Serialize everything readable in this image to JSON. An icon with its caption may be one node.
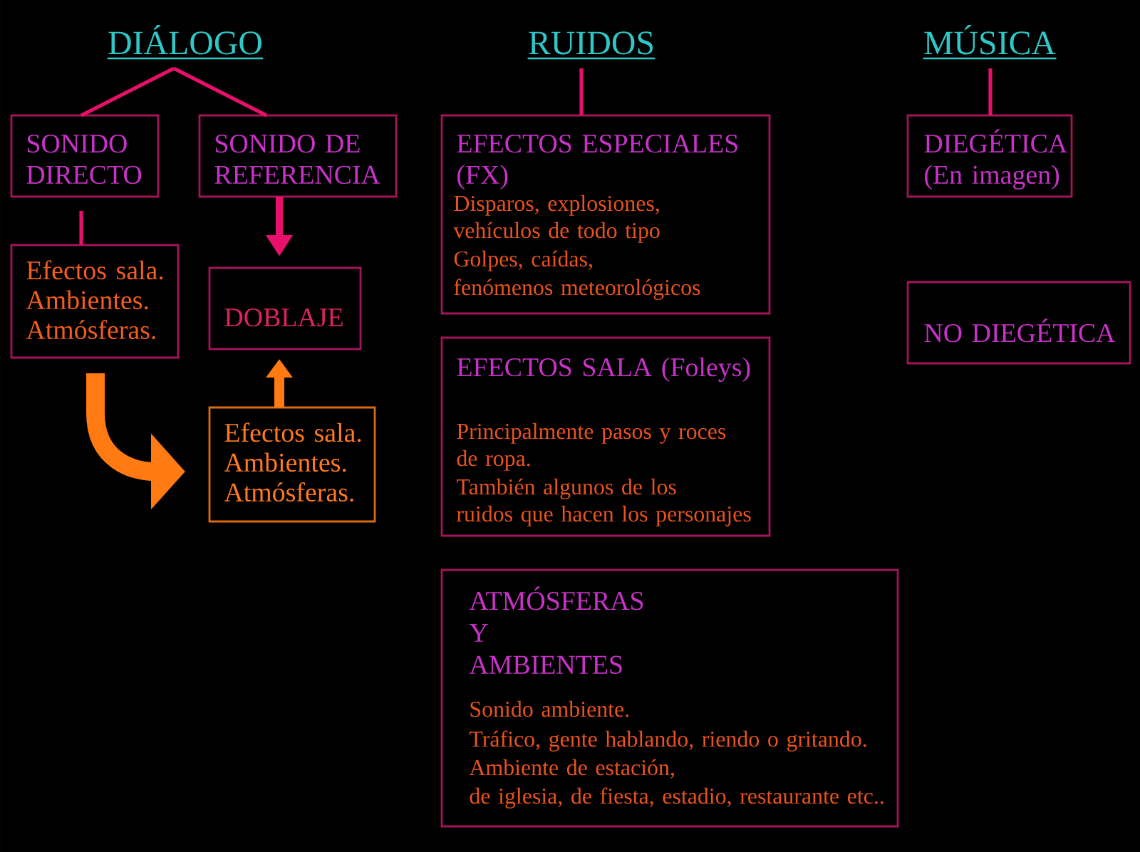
{
  "diagram": {
    "nodes": [
      {
        "text": [
          "DIÁLOGO"
        ]
      },
      {
        "text": [
          "SONIDO DIRECTO"
        ]
      },
      {
        "text": [
          "SONIDO DE REFERENCIA"
        ]
      },
      {
        "text": [
          "Efectos sala. Ambientes. Atmósferas."
        ]
      },
      {
        "text": [
          "DOBLAJE"
        ]
      },
      {
        "text": [
          "Efectos sala. Ambientes. Atmósferas."
        ]
      },
      {
        "text": [
          "RUIDOS"
        ]
      },
      {
        "text": [
          "EFECTOS ESPECIALES (FX)",
          "Disparos, explosiones,",
          "vehículos de todo tipo",
          "Golpes, caídas,",
          "fenómenos meteorológicos"
        ]
      },
      {
        "text": [
          "EFECTOS SALA (Foleys)",
          "Principalmente pasos y roces",
          "de ropa.",
          "También algunos de los",
          "ruidos que hacen los personajes"
        ]
      },
      {
        "text": [
          "ATMÓSFERAS Y AMBIENTES",
          "Sonido ambiente.",
          "Tráfico, gente hablando, riendo o gritando.",
          "Ambiente de estación,",
          "de iglesia, de fiesta, estadio, restaurante etc.."
        ]
      },
      {
        "text": [
          "MÚSICA"
        ]
      },
      {
        "text": [
          "DIEGÉTICA (En imagen)"
        ]
      },
      {
        "text": [
          "NO DIEGÉTICA"
        ]
      }
    ],
    "edges": [
      {
        "from": 0,
        "to": 1,
        "arrow": "none"
      },
      {
        "from": 0,
        "to": 2,
        "arrow": "none"
      },
      {
        "from": 1,
        "to": 3,
        "arrow": "none"
      },
      {
        "from": 2,
        "to": 4,
        "arrow": "to",
        "style": "thick"
      },
      {
        "from": 3,
        "to": 5,
        "arrow": "to",
        "style": "thick",
        "color": "#ff7a12"
      },
      {
        "from": 5,
        "to": 4,
        "arrow": "to",
        "style": "thick",
        "color": "#ff7a12"
      },
      {
        "from": 6,
        "to": 7,
        "arrow": "none"
      },
      {
        "from": 10,
        "to": 11,
        "arrow": "none"
      }
    ]
  }
}
